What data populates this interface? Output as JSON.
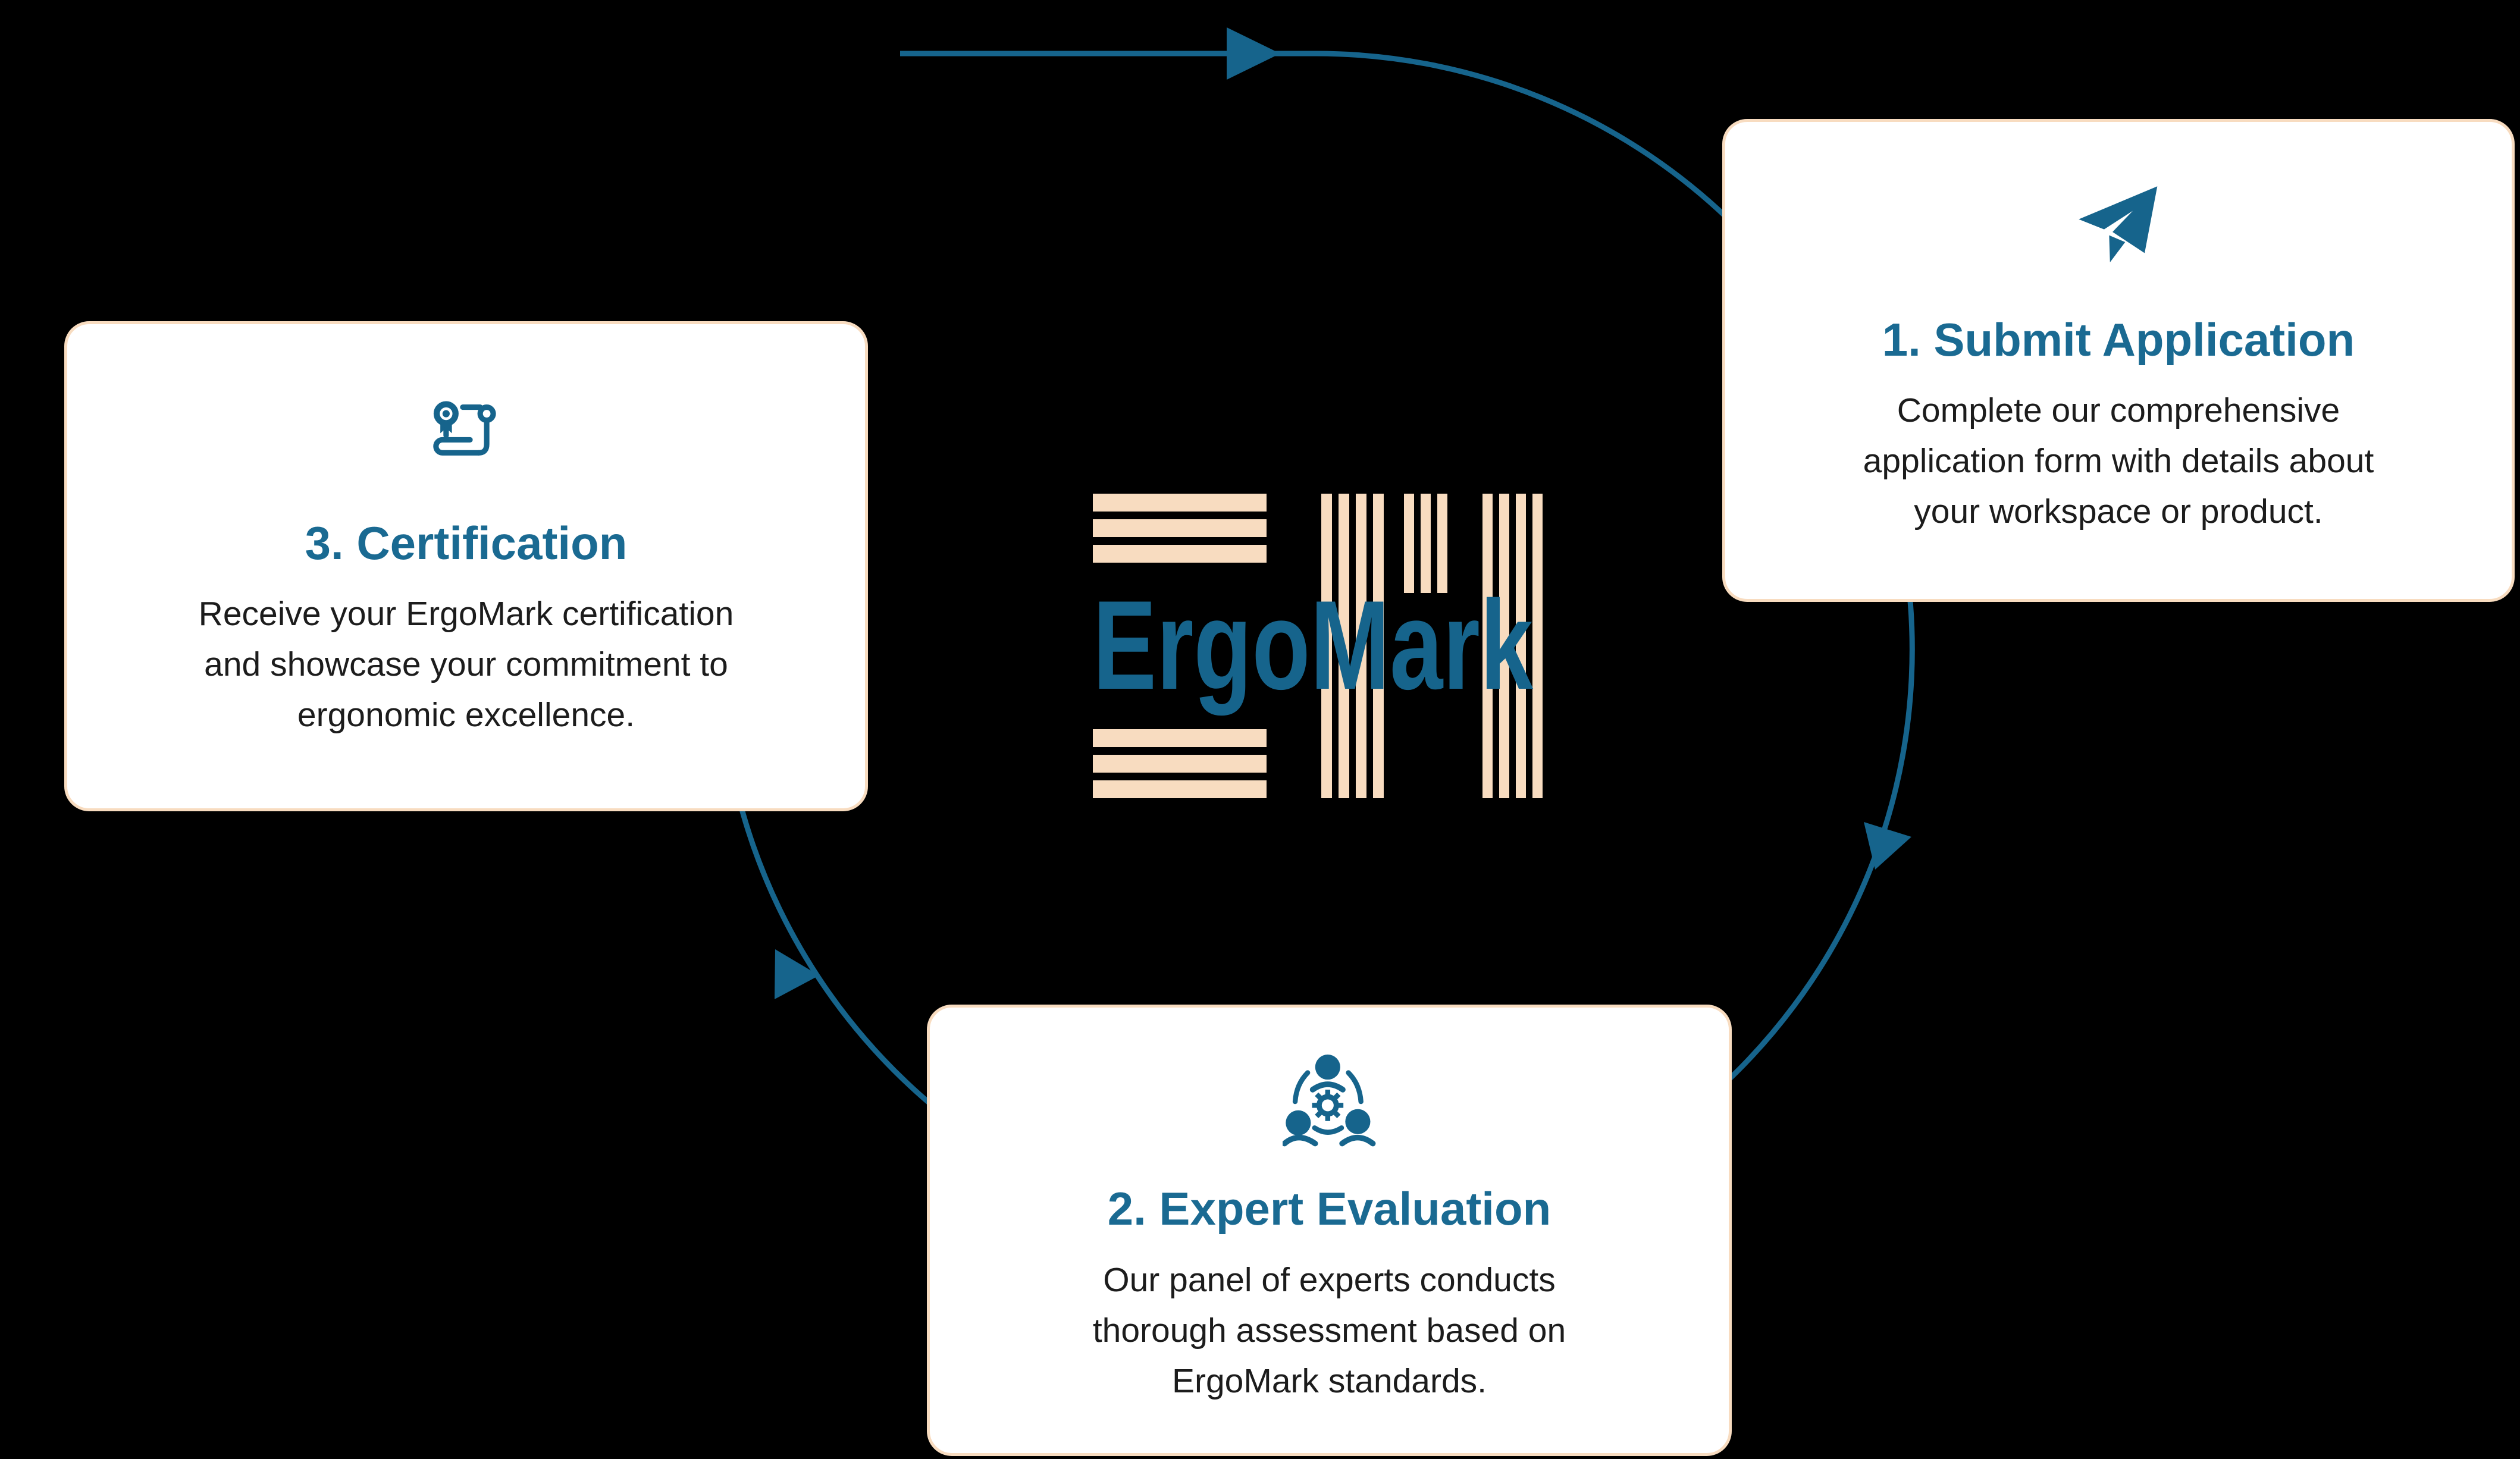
{
  "theme": {
    "bg": "#000000",
    "card_bg": "#ffffff",
    "teal": "#16648c",
    "title_color": "#1a6a92",
    "cream": "#f8dcc0",
    "ink": "#1c1c1c"
  },
  "logo": {
    "wordmark": "ErgoMark"
  },
  "cycle": {
    "direction": "clockwise",
    "arrow_icons": [
      "arrow-right-top",
      "arrow-down-right-side",
      "arrow-left-side"
    ]
  },
  "steps": [
    {
      "title": "1. Submit Application",
      "body": "Complete our comprehensive\napplication form with details about\nyour workspace or product.",
      "icon": "paper-plane"
    },
    {
      "title": "2. Expert Evaluation",
      "body": "Our panel of experts conducts\nthorough assessment based on\nErgoMark standards.",
      "icon": "team-gear"
    },
    {
      "title": "3. Certification",
      "body": "Receive your ErgoMark certification\nand showcase your commitment to\nergonomic excellence.",
      "icon": "certificate-scroll"
    }
  ]
}
